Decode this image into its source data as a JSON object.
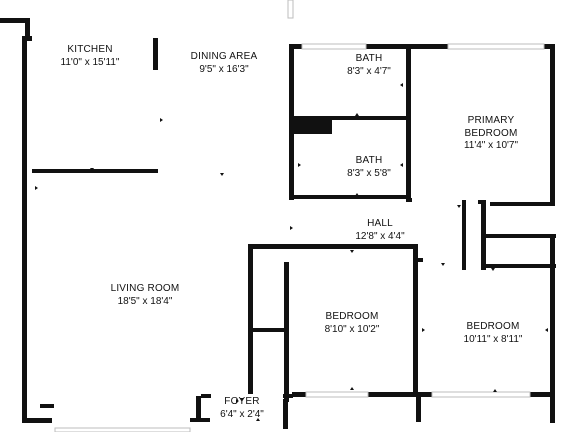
{
  "rooms": {
    "kitchen": {
      "name": "KITCHEN",
      "dim": "11'0\" x 15'11\""
    },
    "dining": {
      "name": "DINING AREA",
      "dim": "9'5\" x 16'3\""
    },
    "bath1": {
      "name": "BATH",
      "dim": "8'3\" x 4'7\""
    },
    "primary": {
      "name": "PRIMARY BEDROOM",
      "dim": "11'4\" x 10'7\""
    },
    "bath2": {
      "name": "BATH",
      "dim": "8'3\" x 5'8\""
    },
    "hall": {
      "name": "HALL",
      "dim": "12'8\" x 4'4\""
    },
    "living": {
      "name": "LIVING ROOM",
      "dim": "18'5\" x 18'4\""
    },
    "bedroom1": {
      "name": "BEDROOM",
      "dim": "8'10\" x 10'2\""
    },
    "bedroom2": {
      "name": "BEDROOM",
      "dim": "10'11\" x 8'11\""
    },
    "foyer": {
      "name": "FOYER",
      "dim": "6'4\" x 2'4\""
    }
  },
  "colors": {
    "wall": "#111111",
    "background": "#ffffff",
    "window": "#bdbdbd"
  }
}
